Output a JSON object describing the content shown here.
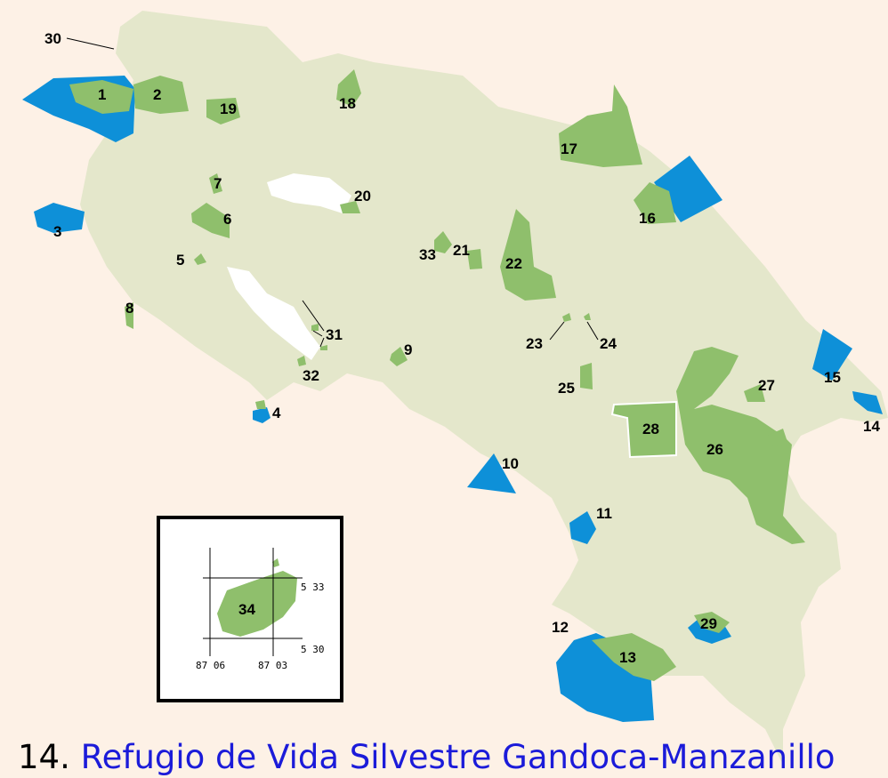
{
  "map": {
    "colors": {
      "background": "#fdf1e6",
      "land": "#e4e7cb",
      "protected_area": "#8fbf6c",
      "marine_area": "#0e90d8",
      "lake": "#ffffff"
    },
    "labels": [
      "1",
      "2",
      "3",
      "4",
      "5",
      "6",
      "7",
      "8",
      "9",
      "10",
      "11",
      "12",
      "13",
      "14",
      "15",
      "16",
      "17",
      "18",
      "19",
      "20",
      "21",
      "22",
      "23",
      "24",
      "25",
      "26",
      "27",
      "28",
      "29",
      "30",
      "31",
      "32",
      "33"
    ],
    "inset": {
      "label": "34",
      "lat_ticks": [
        "5 33",
        "5 30"
      ],
      "lon_ticks": [
        "87 06",
        "87 03"
      ]
    }
  },
  "caption": {
    "number": "14.",
    "link_text": "Refugio de Vida Silvestre Gandoca-Manzanillo"
  }
}
